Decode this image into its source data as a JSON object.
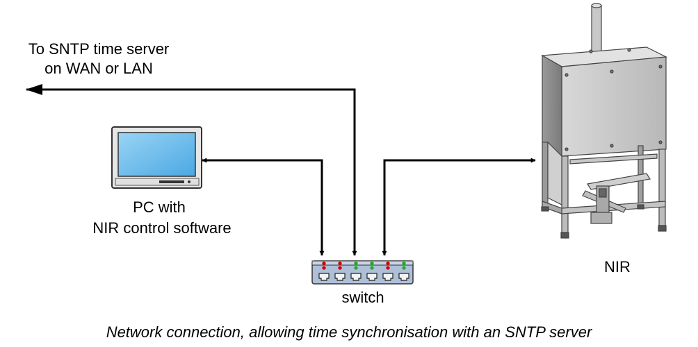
{
  "sntp": {
    "line1": "To SNTP time server",
    "line2": "on WAN or LAN"
  },
  "pc": {
    "line1": "PC with",
    "line2": "NIR control software"
  },
  "switch": {
    "label": "switch",
    "led_colors": [
      "#cc0000",
      "#cc0000",
      "#22aa22",
      "#22aa22",
      "#cc0000",
      "#22aa22"
    ]
  },
  "nir": {
    "label": "NIR"
  },
  "caption": "Network connection, allowing time synchronisation with an SNTP server"
}
